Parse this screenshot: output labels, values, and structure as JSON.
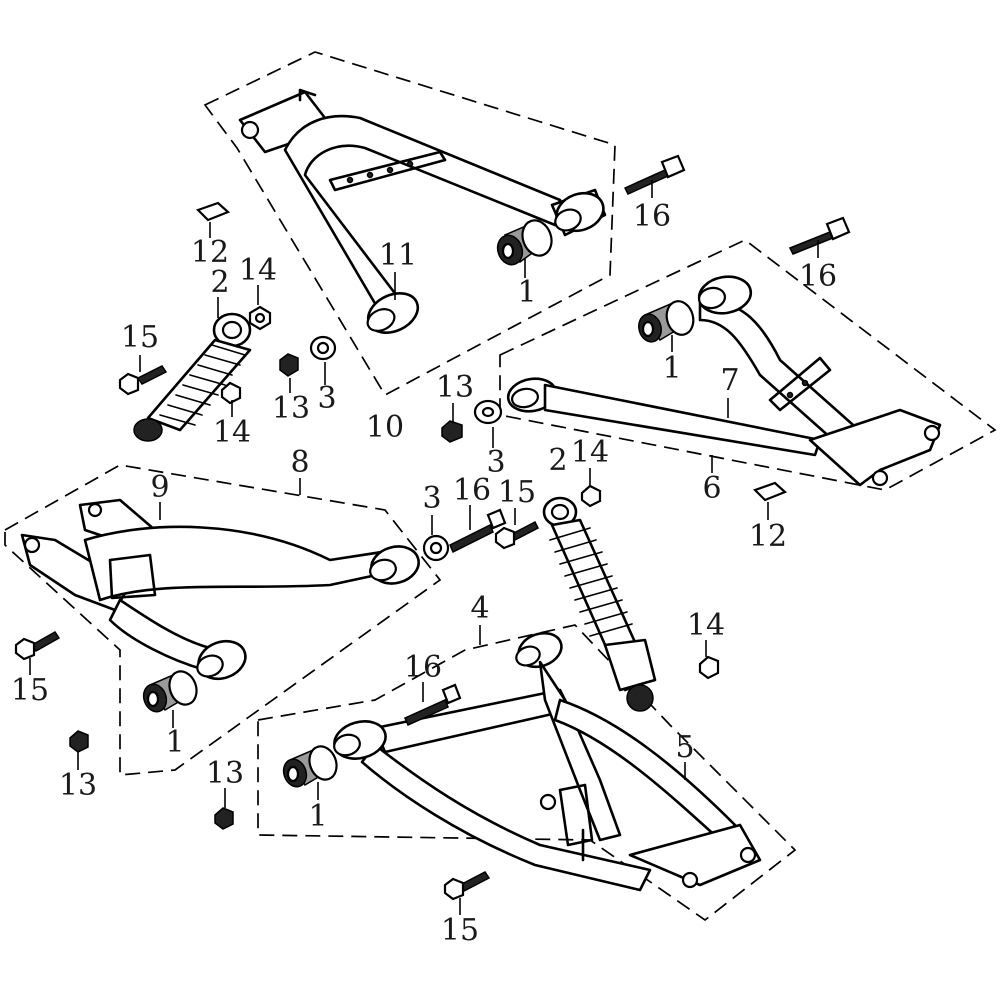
{
  "diagram": {
    "callouts": [
      {
        "id": "c16a",
        "label": "16"
      },
      {
        "id": "c16b",
        "label": "16"
      },
      {
        "id": "c11",
        "label": "11"
      },
      {
        "id": "c1a",
        "label": "1"
      },
      {
        "id": "c12a",
        "label": "12"
      },
      {
        "id": "c2a",
        "label": "2"
      },
      {
        "id": "c14a",
        "label": "14"
      },
      {
        "id": "c15a",
        "label": "15"
      },
      {
        "id": "c13a",
        "label": "13"
      },
      {
        "id": "c3a",
        "label": "3"
      },
      {
        "id": "c14b",
        "label": "14"
      },
      {
        "id": "c10",
        "label": "10"
      },
      {
        "id": "c1b",
        "label": "1"
      },
      {
        "id": "c7",
        "label": "7"
      },
      {
        "id": "c13b",
        "label": "13"
      },
      {
        "id": "c3b",
        "label": "3"
      },
      {
        "id": "c6",
        "label": "6"
      },
      {
        "id": "c2b",
        "label": "2"
      },
      {
        "id": "c14c",
        "label": "14"
      },
      {
        "id": "c12b",
        "label": "12"
      },
      {
        "id": "c8",
        "label": "8"
      },
      {
        "id": "c9",
        "label": "9"
      },
      {
        "id": "c3c",
        "label": "3"
      },
      {
        "id": "c16c",
        "label": "16"
      },
      {
        "id": "c15b",
        "label": "15"
      },
      {
        "id": "c4",
        "label": "4"
      },
      {
        "id": "c14d",
        "label": "14"
      },
      {
        "id": "c15c",
        "label": "15"
      },
      {
        "id": "c16d",
        "label": "16"
      },
      {
        "id": "c5",
        "label": "5"
      },
      {
        "id": "c1c",
        "label": "1"
      },
      {
        "id": "c13c",
        "label": "13"
      },
      {
        "id": "c13d",
        "label": "13"
      },
      {
        "id": "c1d",
        "label": "1"
      },
      {
        "id": "c15d",
        "label": "15"
      }
    ]
  }
}
